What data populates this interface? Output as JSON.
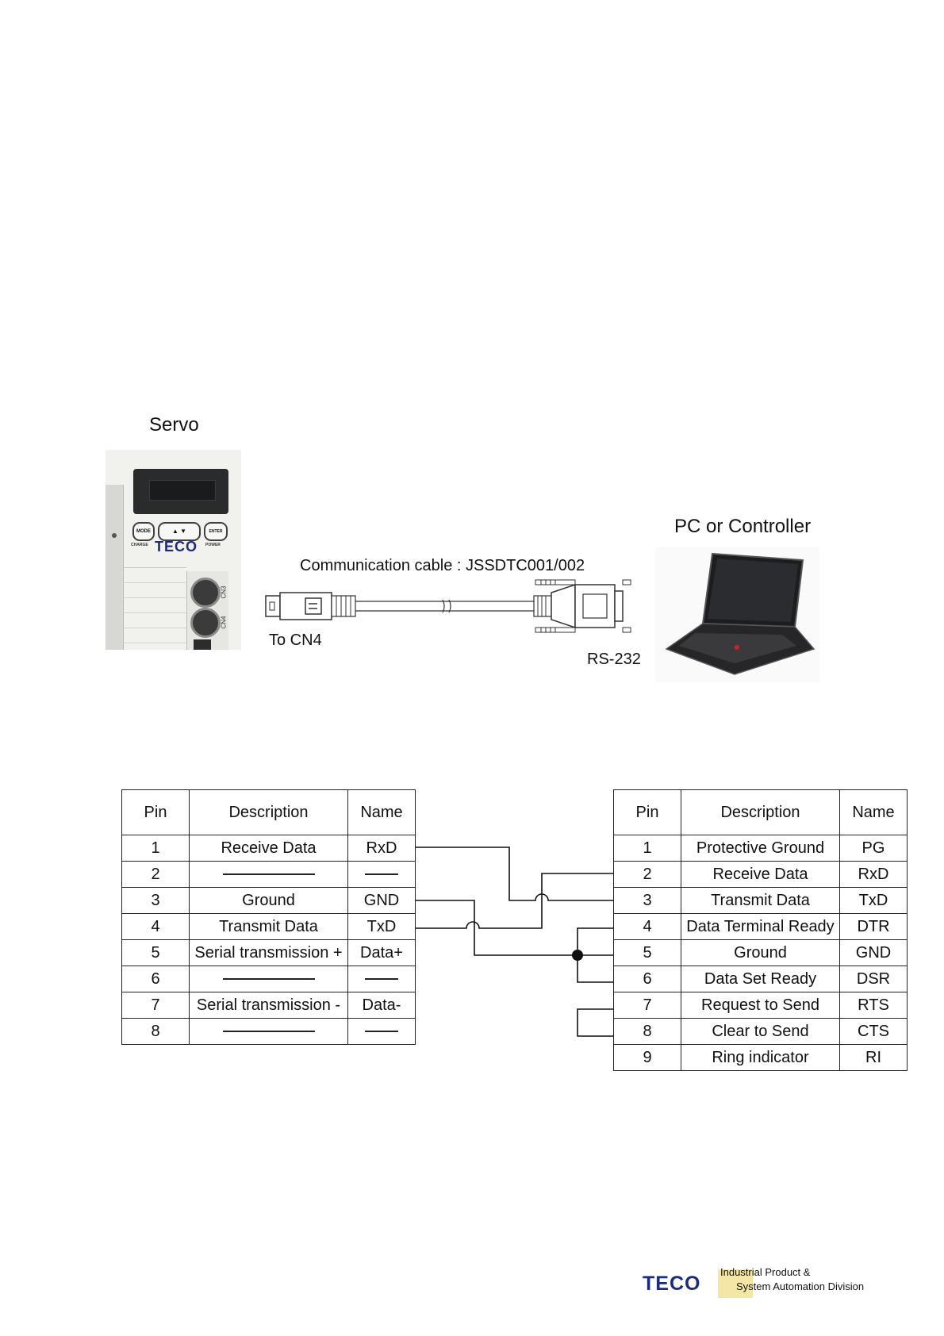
{
  "labels": {
    "servo": "Servo",
    "pc": "PC or Controller",
    "cable": "Communication cable : JSSDTC001/002",
    "cn4": "To CN4",
    "rs232": "RS-232"
  },
  "servo_panel": {
    "brand": "TECO",
    "mode_key": "MODE",
    "enter_key": "ENTER",
    "charge": "CHARGE",
    "power": "POWER",
    "cn3": "CN3",
    "cn4": "CN4"
  },
  "left_table": {
    "headers": [
      "Pin",
      "Description",
      "Name"
    ],
    "rows": [
      {
        "pin": "1",
        "desc": "Receive Data",
        "name": "RxD"
      },
      {
        "pin": "2",
        "desc": "",
        "name": ""
      },
      {
        "pin": "3",
        "desc": "Ground",
        "name": "GND"
      },
      {
        "pin": "4",
        "desc": "Transmit Data",
        "name": "TxD"
      },
      {
        "pin": "5",
        "desc": "Serial transmission +",
        "name": "Data+"
      },
      {
        "pin": "6",
        "desc": "",
        "name": ""
      },
      {
        "pin": "7",
        "desc": "Serial transmission -",
        "name": "Data-"
      },
      {
        "pin": "8",
        "desc": "",
        "name": ""
      }
    ]
  },
  "right_table": {
    "headers": [
      "Pin",
      "Description",
      "Name"
    ],
    "rows": [
      {
        "pin": "1",
        "desc": "Protective Ground",
        "name": "PG"
      },
      {
        "pin": "2",
        "desc": "Receive Data",
        "name": "RxD"
      },
      {
        "pin": "3",
        "desc": "Transmit Data",
        "name": "TxD"
      },
      {
        "pin": "4",
        "desc": "Data Terminal Ready",
        "name": "DTR"
      },
      {
        "pin": "5",
        "desc": "Ground",
        "name": "GND"
      },
      {
        "pin": "6",
        "desc": "Data Set Ready",
        "name": "DSR"
      },
      {
        "pin": "7",
        "desc": "Request to Send",
        "name": "RTS"
      },
      {
        "pin": "8",
        "desc": "Clear to Send",
        "name": "CTS"
      },
      {
        "pin": "9",
        "desc": "Ring indicator",
        "name": "RI"
      }
    ]
  },
  "footer": {
    "brand": "TECO",
    "line1": "Industrial Product &",
    "line2": "System Automation Division"
  }
}
